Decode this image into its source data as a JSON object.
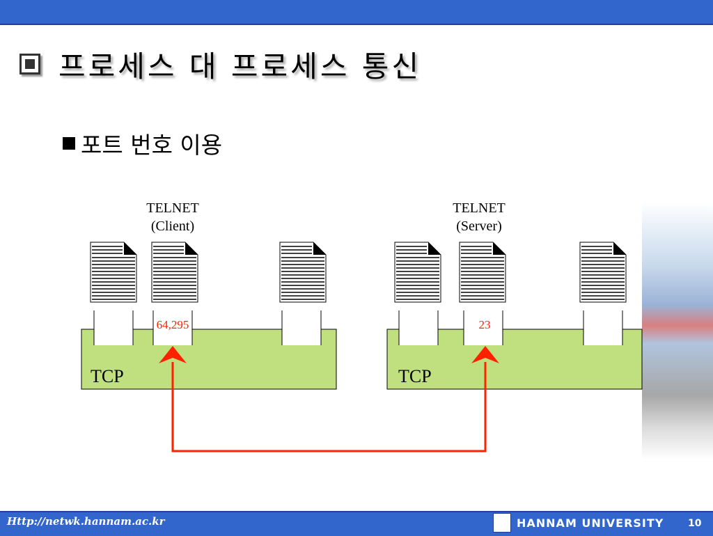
{
  "slide": {
    "title": "프로세스 대 프로세스 통신",
    "subtitle": "포트 번호 이용",
    "footer_url": "Http://netwk.hannam.ac.kr",
    "university": "HANNAM UNIVERSITY",
    "page": "10"
  },
  "diagram": {
    "client_label_1": "TELNET",
    "client_label_2": "(Client)",
    "server_label_1": "TELNET",
    "server_label_2": "(Server)",
    "client_port": "64,295",
    "server_port": "23",
    "client_tcp": "TCP",
    "server_tcp": "TCP"
  },
  "colors": {
    "header_bar": "#3366cc",
    "tcp_box": "#c0e080",
    "port_text": "#ff2200",
    "arrow": "#ff2200"
  }
}
